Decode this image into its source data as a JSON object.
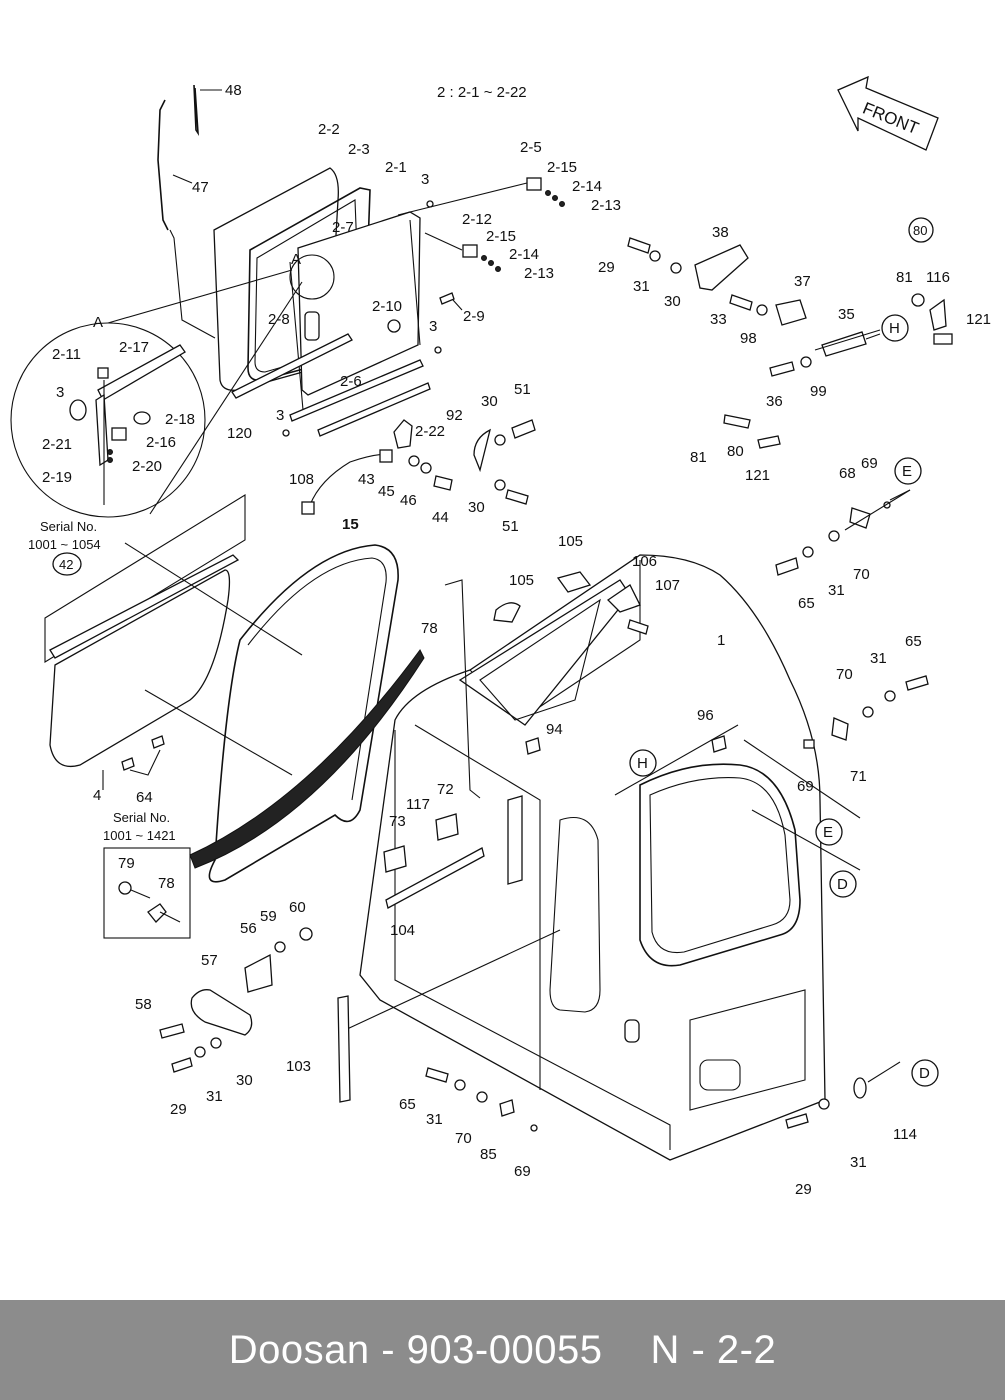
{
  "header": {
    "group_note": "2 : 2-1 ~ 2-22",
    "front_label": "FRONT"
  },
  "detail": {
    "letter": "A"
  },
  "serials": {
    "s1_title": "Serial No.",
    "s1_range": "1001 ~ 1054",
    "s1_ref": "42",
    "s2_title": "Serial No.",
    "s2_range": "1001 ~ 1421"
  },
  "circles": {
    "c80": "80",
    "H": "H",
    "E": "E",
    "D": "D"
  },
  "labels": {
    "l48": "48",
    "l47": "47",
    "l2_2": "2-2",
    "l2_3": "2-3",
    "l2_1": "2-1",
    "l3a": "3",
    "l2_5": "2-5",
    "l2_15a": "2-15",
    "l2_14a": "2-14",
    "l2_13a": "2-13",
    "l2_12": "2-12",
    "l2_15b": "2-15",
    "l2_14b": "2-14",
    "l2_13b": "2-13",
    "l2_7": "2-7",
    "lA": "A",
    "l2_10": "2-10",
    "l2_9": "2-9",
    "l2_8": "2-8",
    "l3b": "3",
    "l2_6": "2-6",
    "l3c": "3",
    "l120": "120",
    "l2_22": "2-22",
    "l2_11": "2-11",
    "l2_17": "2-17",
    "l3d": "3",
    "l2_18": "2-18",
    "l2_16": "2-16",
    "l2_21": "2-21",
    "l2_20": "2-20",
    "l2_19": "2-19",
    "l38": "38",
    "l29a": "29",
    "l31a": "31",
    "l30a": "30",
    "l37": "37",
    "l33": "33",
    "l98": "98",
    "l35": "35",
    "l36": "36",
    "l99": "99",
    "l81a": "81",
    "l116": "116",
    "l121a": "121",
    "l92": "92",
    "l30b": "30",
    "l51a": "51",
    "l81b": "81",
    "l80": "80",
    "l121b": "121",
    "l108": "108",
    "l43": "43",
    "l45": "45",
    "l46": "46",
    "l44": "44",
    "l30c": "30",
    "l51b": "51",
    "l68": "68",
    "l69a": "69",
    "l70a": "70",
    "l31b": "31",
    "l65a": "65",
    "l15": "15",
    "l105a": "105",
    "l106": "106",
    "l105b": "105",
    "l107": "107",
    "l1": "1",
    "l78a": "78",
    "l65b": "65",
    "l31c": "31",
    "l70b": "70",
    "l96": "96",
    "l94": "94",
    "l71": "71",
    "l69b": "69",
    "l4": "4",
    "l64": "64",
    "l72": "72",
    "l117": "117",
    "l73": "73",
    "l104": "104",
    "l79": "79",
    "l78b": "78",
    "l56": "56",
    "l59": "59",
    "l60": "60",
    "l57": "57",
    "l58": "58",
    "l29b": "29",
    "l31d": "31",
    "l30d": "30",
    "l103": "103",
    "l65c": "65",
    "l31e": "31",
    "l70c": "70",
    "l85": "85",
    "l69c": "69",
    "l114": "114",
    "l31f": "31",
    "l29c": "29"
  },
  "footer": {
    "brand_part": "Doosan - 903-00055",
    "page": "N - 2-2"
  }
}
